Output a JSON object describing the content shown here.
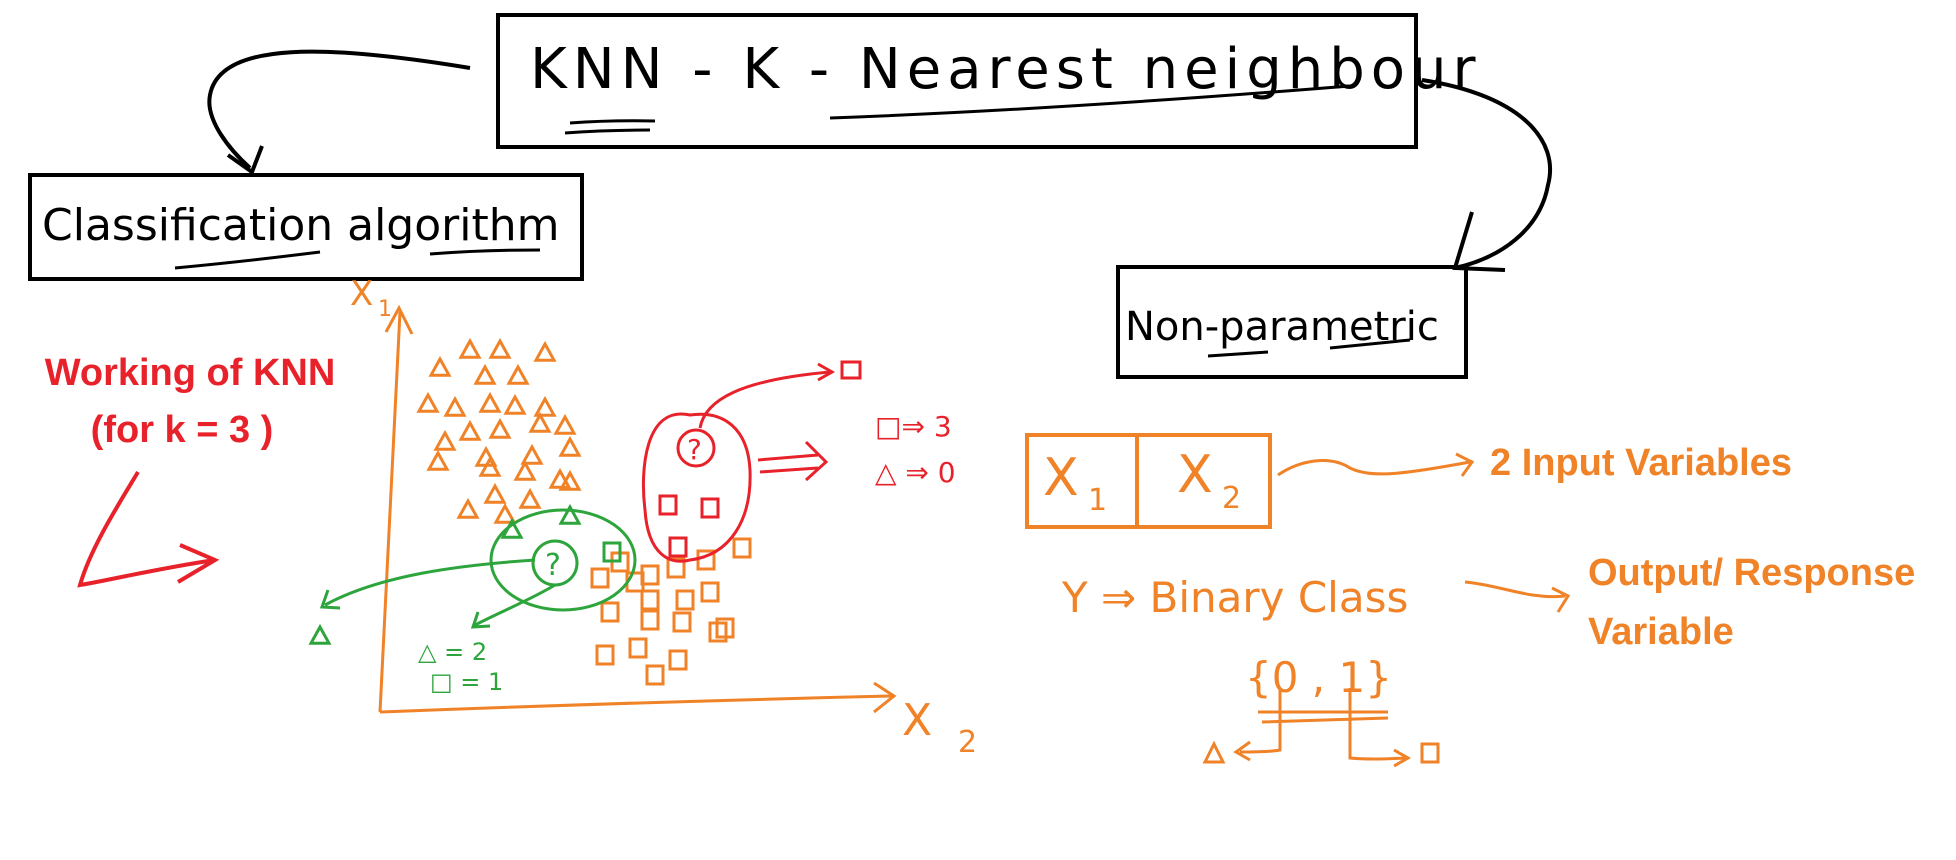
{
  "title": "KNN - K - Nearest neighbour",
  "classification_box": "Classification algorithm",
  "nonparametric_box": "Non-parametric",
  "working_heading": {
    "line1": "Working of KNN",
    "line2": "(for k = 3 )"
  },
  "axes": {
    "x1": "X",
    "x1_sub": "1",
    "x2": "X",
    "x2_sub": "2"
  },
  "red_result": {
    "squares": "□⇒ 3",
    "triangles": "△ ⇒ 0"
  },
  "green_result": {
    "triangles": "△ = 2",
    "squares": "□ = 1"
  },
  "input_boxes": {
    "x1": "X",
    "x1_sub": "1",
    "x2": "X",
    "x2_sub": "2"
  },
  "input_label": "2 Input Variables",
  "output_line": "Y ⇒  Binary Class",
  "binary_set": "{0 , 1}",
  "output_label": {
    "line1": "Output/ Response",
    "line2": "Variable"
  },
  "query_mark": "?",
  "colors": {
    "ink": "#000000",
    "orange": "#f08228",
    "red": "#e8222a",
    "green": "#2da53c"
  }
}
